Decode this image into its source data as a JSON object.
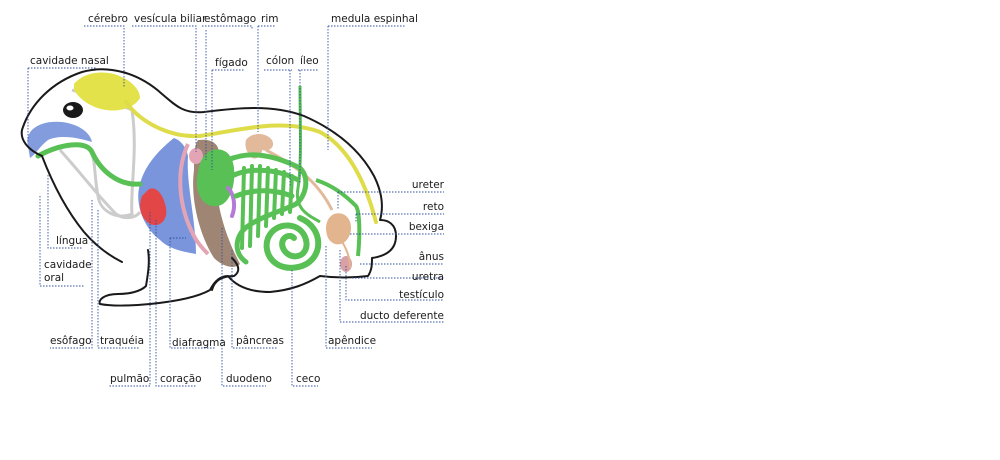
{
  "colors": {
    "brain": "#e3e24b",
    "spinal_cord": "#dfdc4a",
    "nasal": "#7b97dc",
    "lung": "#7a95dc",
    "heart": "#e24646",
    "liver": "#9e8574",
    "gallbladder": "#e3a5b5",
    "digestive": "#58c054",
    "kidney": "#e2b99a",
    "bladder": "#e2b58e",
    "testis": "#d9a0a5",
    "skull": "#cccccc",
    "outline": "#1a1a1a",
    "leader": "#2f4fa0"
  },
  "labels": {
    "cerebro": "cérebro",
    "vesicula_biliar": "vesícula biliar",
    "estomago": "estômago",
    "rim": "rim",
    "medula_espinhal": "medula espinhal",
    "cavidade_nasal": "cavidade nasal",
    "figado": "fígado",
    "colon": "cólon",
    "ileo": "íleo",
    "ureter": "ureter",
    "reto": "reto",
    "bexiga": "bexiga",
    "lingua": "língua",
    "anus": "ânus",
    "cavidade_oral_1": "cavidade",
    "cavidade_oral_2": "oral",
    "uretra": "uretra",
    "testiculo": "testículo",
    "ducto_deferente": "ducto deferente",
    "esofago": "esôfago",
    "traqueia": "traquéia",
    "diafragma": "diafragma",
    "pancreas": "pâncreas",
    "apendice": "apêndice",
    "pulmao": "pulmão",
    "coracao": "coração",
    "duodeno": "duodeno",
    "ceco": "ceco"
  }
}
